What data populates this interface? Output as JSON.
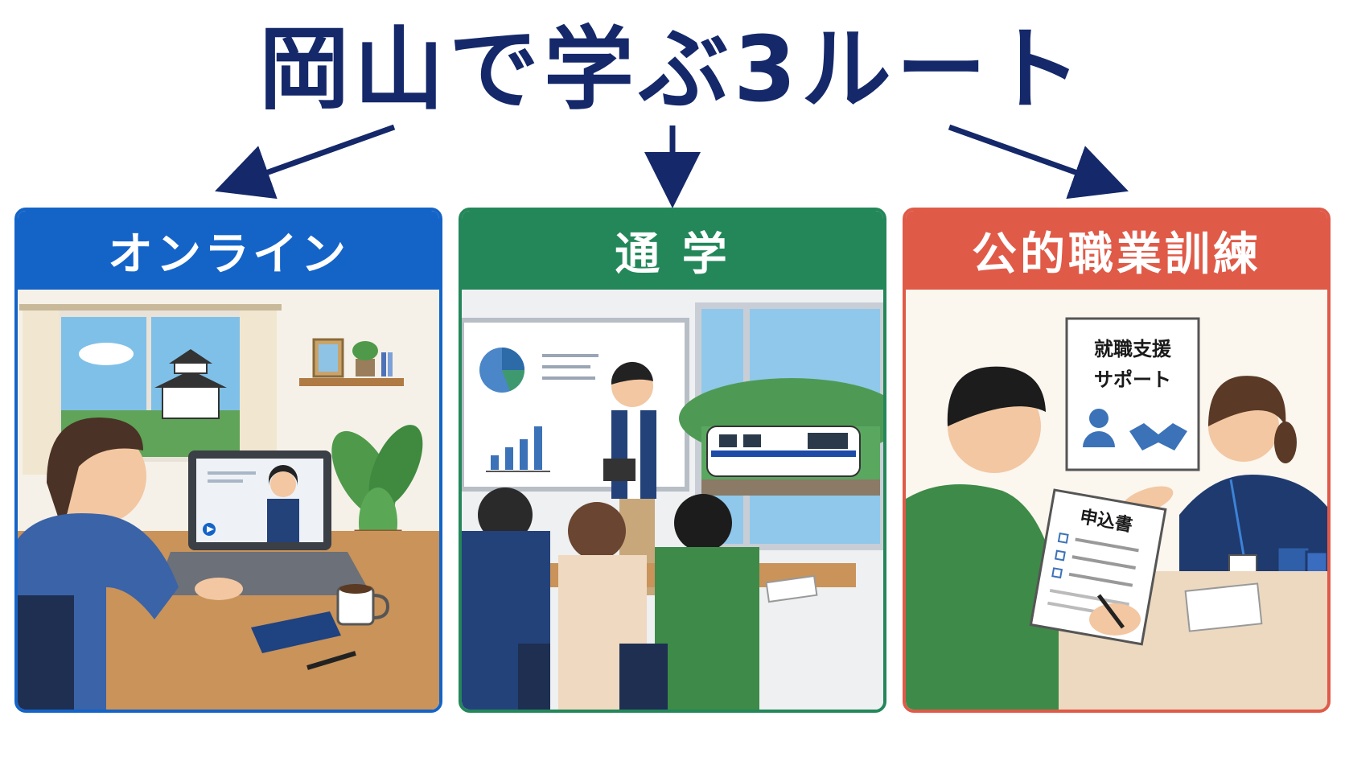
{
  "title": "岡山で学ぶ3ルート",
  "panels": [
    {
      "label": "オンライン",
      "color": "#1464c8"
    },
    {
      "label": "通 学",
      "color": "#23875a"
    },
    {
      "label": "公的職業訓練",
      "color": "#e05a48"
    }
  ],
  "training": {
    "sign_line1": "就職支援",
    "sign_line2": "サポート",
    "form_title": "申込書"
  },
  "colors": {
    "title": "#14286a",
    "arrow": "#14286a"
  }
}
